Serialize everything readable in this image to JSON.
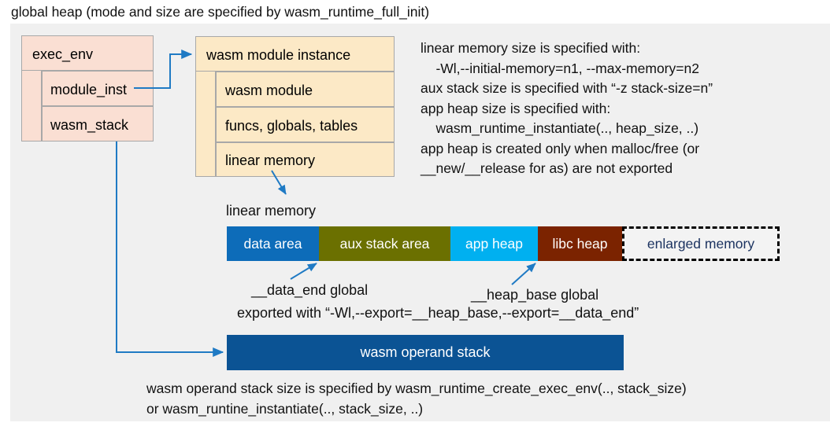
{
  "title": "global heap (mode and size are specified by wasm_runtime_full_init)",
  "colors": {
    "panel_bg": "#f0f0f0",
    "exec_env_fill": "#fadfd3",
    "module_instance_fill": "#fce9c6",
    "box_border": "#a8a8a8",
    "arrow": "#1f7ac4",
    "data_area": "#0d6cb9",
    "aux_stack_area": "#6b7000",
    "app_heap": "#00b0f0",
    "libc_heap": "#7b2300",
    "enlarged_memory_bg": "#f3f3f3",
    "enlarged_memory_text": "#1d3461",
    "operand_stack": "#0b5394"
  },
  "exec_env": {
    "header": "exec_env",
    "fields": [
      {
        "label": "module_inst"
      },
      {
        "label": "wasm_stack"
      }
    ]
  },
  "module_instance": {
    "header": "wasm module instance",
    "rows": [
      {
        "label": "wasm module"
      },
      {
        "label": "funcs, globals, tables"
      },
      {
        "label": "linear memory"
      }
    ]
  },
  "info_text": "linear memory size is specified with:\n    -Wl,--initial-memory=n1, --max-memory=n2\naux stack size is specified with “-z stack-size=n”\napp heap size is specified with:\n    wasm_runtime_instantiate(.., heap_size, ..)\napp heap is created only when malloc/free (or\n__new/__release for as) are not exported",
  "linear_memory": {
    "caption": "linear memory",
    "segments": [
      {
        "label": "data area",
        "color": "#0d6cb9"
      },
      {
        "label": "aux stack area",
        "color": "#6b7000"
      },
      {
        "label": "app heap",
        "color": "#00b0f0"
      },
      {
        "label": "libc heap",
        "color": "#7b2300"
      },
      {
        "label": "enlarged memory",
        "color": "#f3f3f3"
      }
    ]
  },
  "annotations": {
    "data_end": "__data_end global",
    "heap_base": "__heap_base global",
    "exported": "exported with “-Wl,--export=__heap_base,--export=__data_end”"
  },
  "operand_stack": {
    "label": "wasm operand stack"
  },
  "bottom_text": "wasm operand stack size is specified by wasm_runtime_create_exec_env(.., stack_size)\nor wasm_runtine_instantiate(.., stack_size, ..)"
}
